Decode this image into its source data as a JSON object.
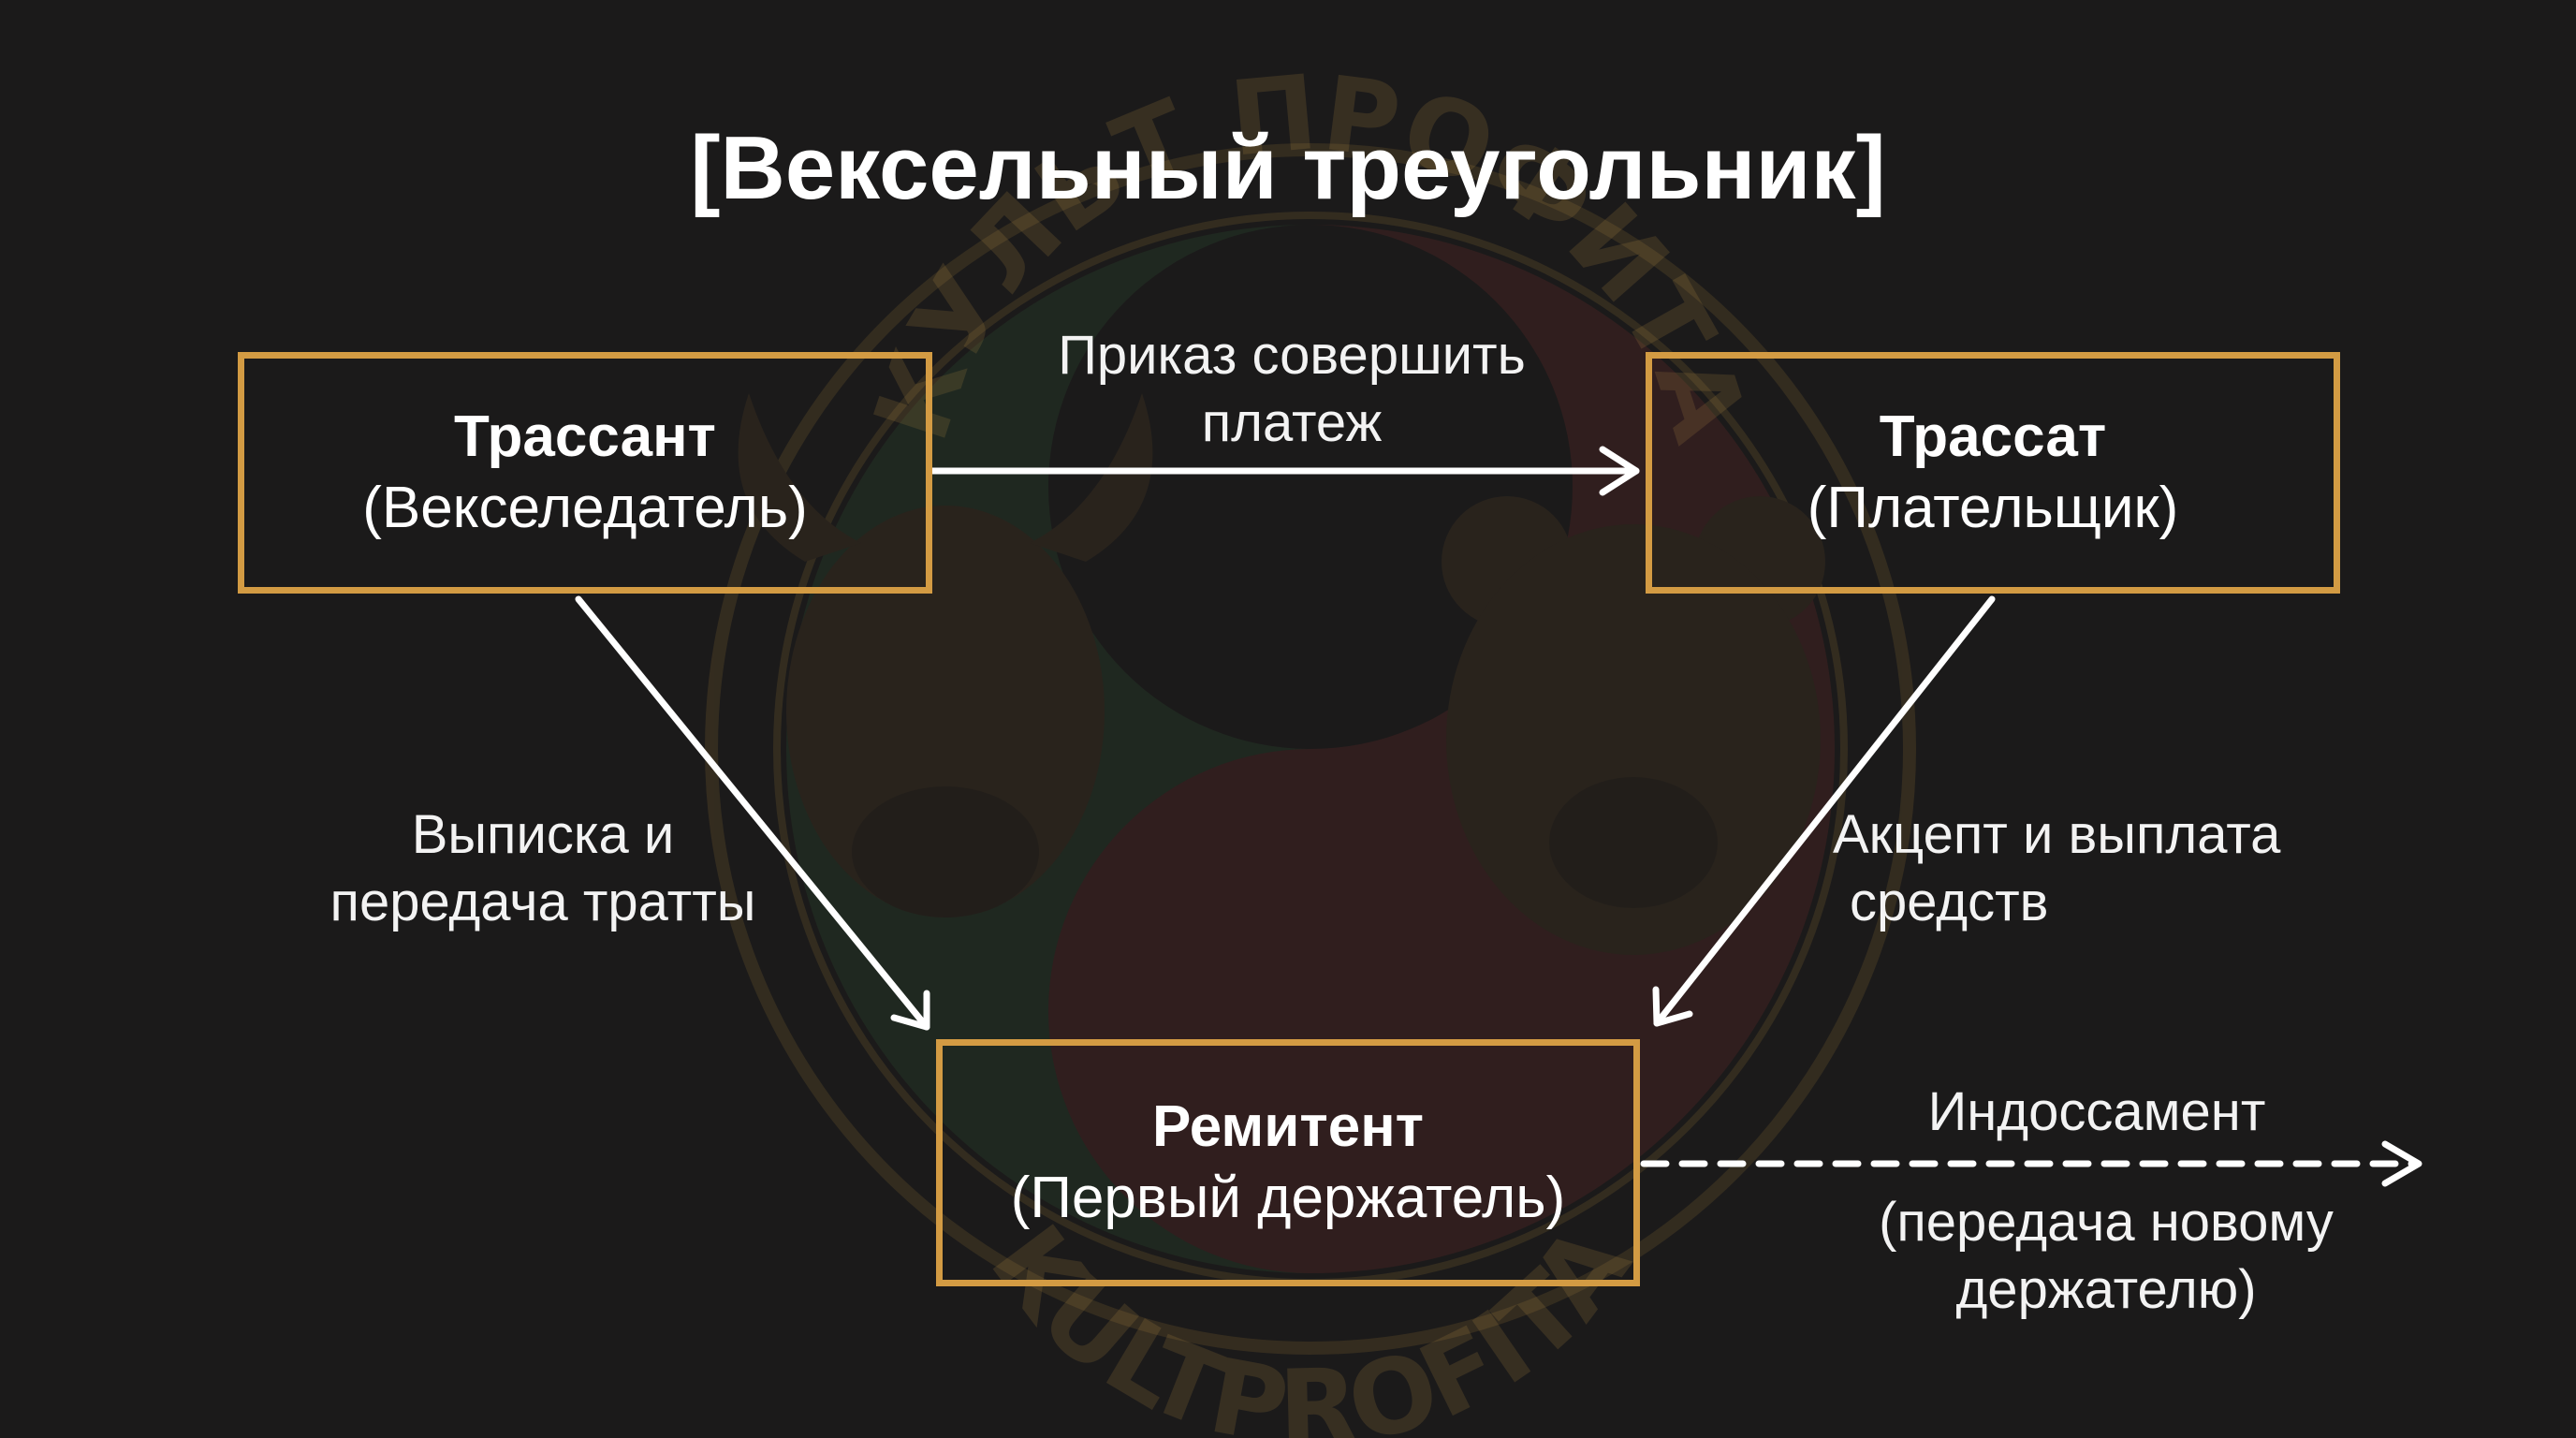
{
  "title": "[Вексельный треугольник]",
  "watermark": {
    "top_text": "КУЛЬТ ПРОФИТА",
    "bottom_text": "KULTPROFITA",
    "colors": {
      "ring": "#8b6d33",
      "green": "#2f5a35",
      "red": "#7a2c2c"
    }
  },
  "nodes": {
    "drawer": {
      "name": "Трассант",
      "role": "(Векселедатель)"
    },
    "drawee": {
      "name": "Трассат",
      "role": "(Плательщик)"
    },
    "payee": {
      "name": "Ремитент",
      "role": "(Первый держатель)"
    }
  },
  "edges": {
    "order": {
      "line1": "Приказ совершить",
      "line2": "платеж"
    },
    "issue": {
      "line1": "Выписка и",
      "line2": "передача тратты"
    },
    "accept": {
      "line1": "Акцепт и выплата",
      "line2": "средств"
    },
    "endorsement": {
      "line1": "Индоссамент",
      "line2": "(передача новому",
      "line3": "держателю)"
    }
  },
  "colors": {
    "background": "#1b1a1a",
    "box_border": "#d39b43",
    "arrow": "#ffffff",
    "text": "#ffffff"
  }
}
